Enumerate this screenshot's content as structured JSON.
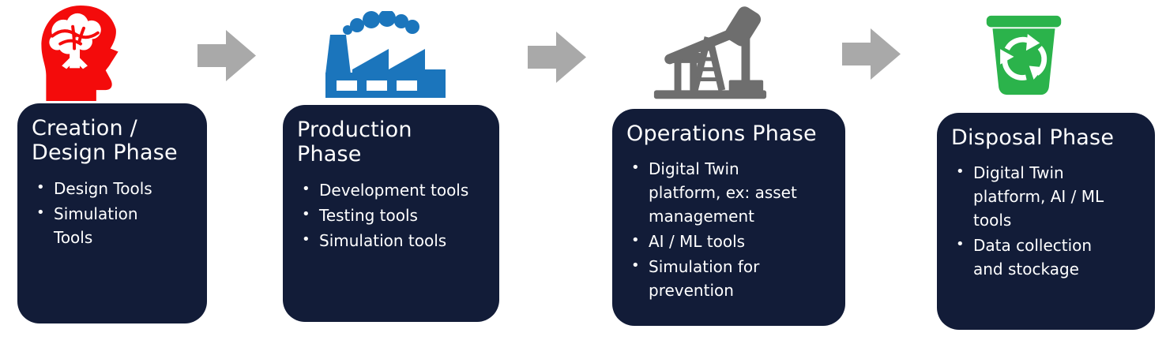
{
  "diagram": {
    "type": "process-flow",
    "colors": {
      "panel_background": "#121c38",
      "panel_text": "#ffffff",
      "arrow_gray": "#a9a9a9",
      "head_icon_red": "#f40b0b",
      "factory_icon_blue": "#1b75bc",
      "pumpjack_icon_gray": "#6e6e6e",
      "recycle_bin_green": "#2bb34b"
    },
    "phases": [
      {
        "icon": "head-brain-icon",
        "title": "Creation / Design Phase",
        "bullets": [
          "Design Tools",
          "Simulation Tools"
        ]
      },
      {
        "icon": "factory-icon",
        "title": "Production Phase",
        "bullets": [
          "Development tools",
          "Testing tools",
          "Simulation tools"
        ]
      },
      {
        "icon": "oil-pumpjack-icon",
        "title": "Operations Phase",
        "bullets": [
          "Digital Twin platform, ex: asset management",
          "AI / ML tools",
          "Simulation for prevention"
        ]
      },
      {
        "icon": "recycle-bin-icon",
        "title": "Disposal Phase",
        "bullets": [
          "Digital Twin platform, AI / ML tools",
          "Data collection and stockage"
        ]
      }
    ]
  }
}
